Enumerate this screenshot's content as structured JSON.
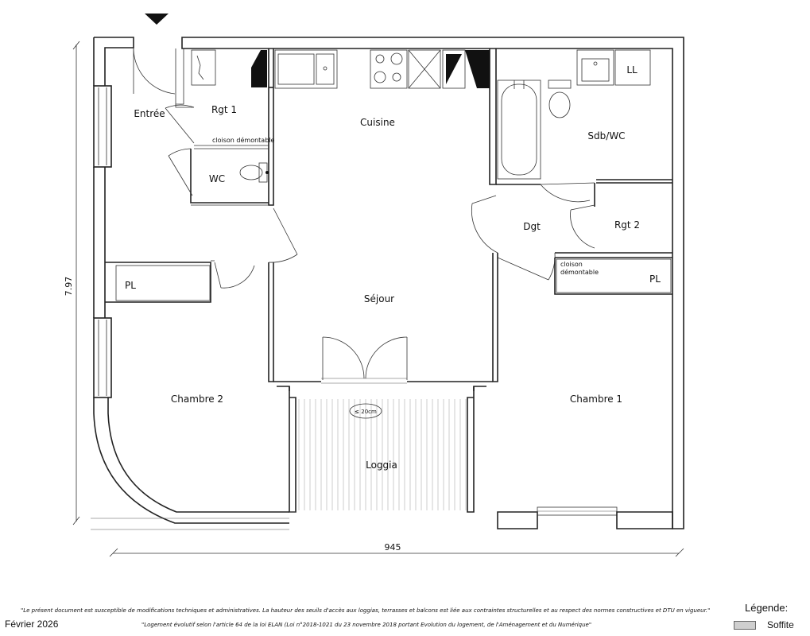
{
  "rooms": {
    "entree": "Entrée",
    "rgt1": "Rgt 1",
    "cuisine": "Cuisine",
    "sdb": "Sdb/WC",
    "ll": "LL",
    "wc": "WC",
    "cloison1": "cloison démontable",
    "dgt": "Dgt",
    "rgt2": "Rgt 2",
    "cloison2a": "cloison",
    "cloison2b": "démontable",
    "pl_left": "PL",
    "pl_right": "PL",
    "sejour": "Séjour",
    "chambre2": "Chambre 2",
    "chambre1": "Chambre 1",
    "loggia": "Loggia",
    "ceiling": "≤ 20cm"
  },
  "dimensions": {
    "height": "7.97",
    "width": "945"
  },
  "footer": {
    "note1": "\"Le présent document est susceptible de modifications techniques et administratives. La hauteur des seuils d'accès aux loggias, terrasses et balcons est liée aux contraintes structurelles et au respect des normes constructives et DTU en vigueur.\"",
    "note2": "\"Logement évolutif selon l'article 64 de la loi ELAN (Loi n°2018-1021 du 23 novembre 2018 portant Evolution du logement, de l'Aménagement et du Numérique\"",
    "date": "Février 2026",
    "legend_title": "Légende:",
    "legend_item": "Soffite"
  }
}
